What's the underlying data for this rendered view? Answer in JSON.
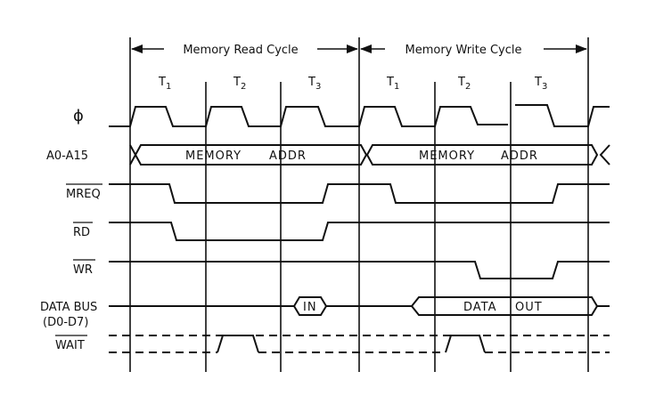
{
  "cycles": {
    "read": "Memory Read Cycle",
    "write": "Memory Write Cycle"
  },
  "states": [
    {
      "t": "T",
      "sub": "1"
    },
    {
      "t": "T",
      "sub": "2"
    },
    {
      "t": "T",
      "sub": "3"
    },
    {
      "t": "T",
      "sub": "1"
    },
    {
      "t": "T",
      "sub": "2"
    },
    {
      "t": "T",
      "sub": "3"
    }
  ],
  "signals": {
    "clock": "ϕ",
    "address": "A0-A15",
    "mreq": "MREQ",
    "rd": "RD",
    "wr": "WR",
    "data_bus_1": "DATA BUS",
    "data_bus_2": "(D0-D7)",
    "wait": "WAIT"
  },
  "bus_values": {
    "addr_read_1": "MEMORY",
    "addr_read_2": "ADDR",
    "addr_write_1": "MEMORY",
    "addr_write_2": "ADDR",
    "data_in": "IN",
    "data_out_1": "DATA",
    "data_out_2": "OUT"
  }
}
